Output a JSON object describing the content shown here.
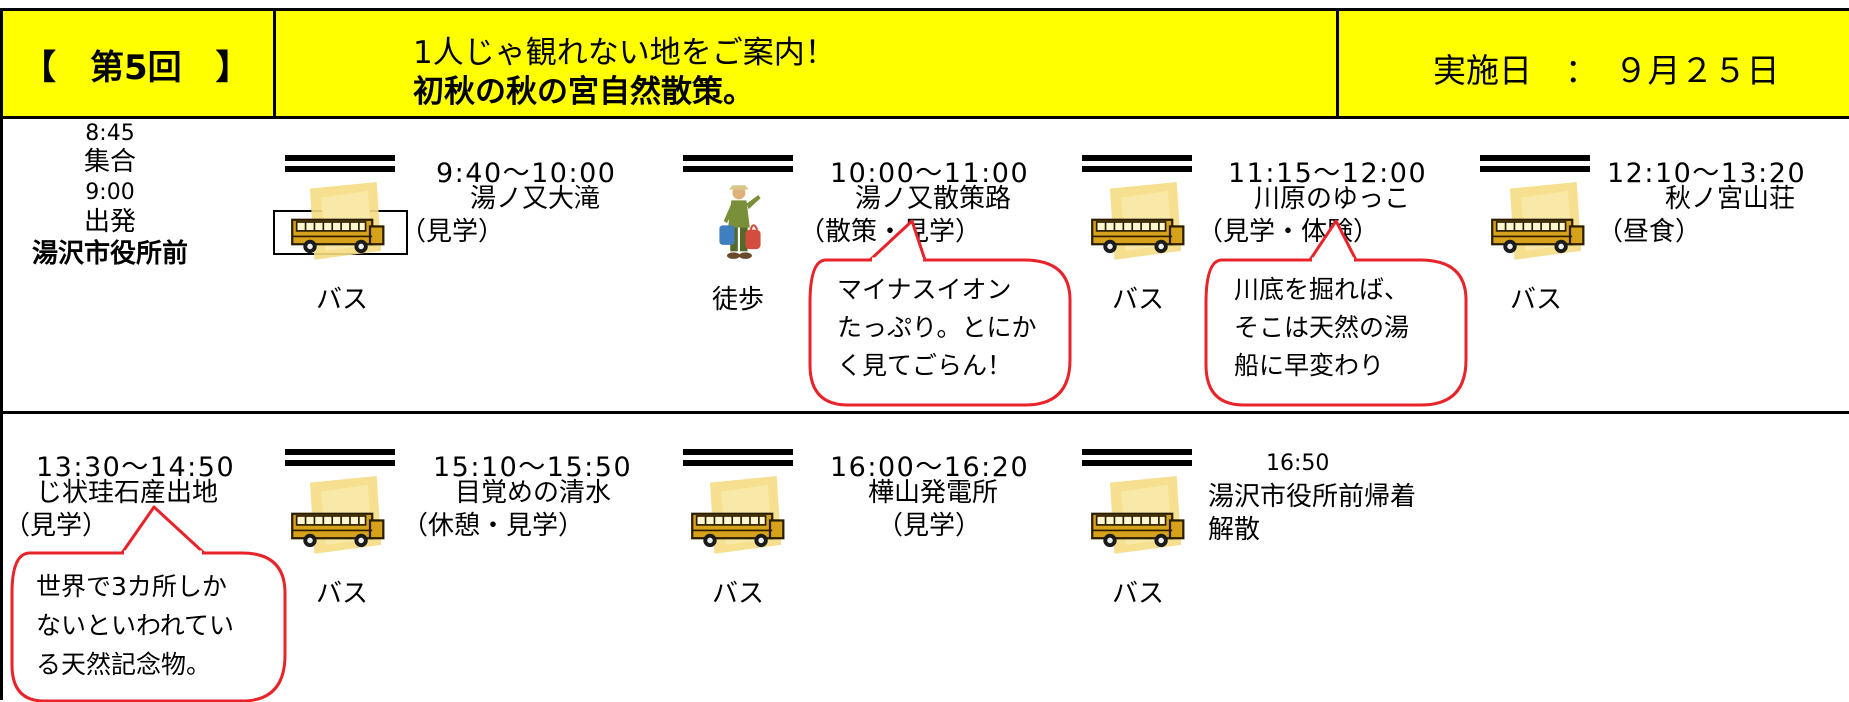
{
  "header": {
    "session_label": "【　第5回　】",
    "subtitle": "1人じゃ観れない地をご案内！",
    "title": "初秋の秋の宮自然散策。",
    "date_label": "実施日　：　９月２５日"
  },
  "row1": {
    "start": {
      "time1": "8:45",
      "label1": "集合",
      "time2": "9:00",
      "label2": "出発",
      "place": "湯沢市役所前"
    },
    "stop1": {
      "time": "9:40～10:00",
      "name": "湯ノ又大滝",
      "note": "（見学）"
    },
    "stop2": {
      "time": "10:00～11:00",
      "name": "湯ノ又散策路",
      "note": "（散策・見学）"
    },
    "stop3": {
      "time": "11:15～12:00",
      "name": "川原のゆっこ",
      "note": "（見学・体験）"
    },
    "stop4": {
      "time": "12:10～13:20",
      "name": "秋ノ宮山荘",
      "note": "（昼食）"
    },
    "transport1": "バス",
    "transport2": "徒歩",
    "transport3": "バス",
    "transport4": "バス",
    "callout1": [
      "マイナスイオン",
      "たっぷり。とにか",
      "く見てごらん！"
    ],
    "callout2": [
      "川底を掘れば、",
      "そこは天然の湯",
      "船に早変わり"
    ]
  },
  "row2": {
    "stop1": {
      "time": "13:30～14:50",
      "name": "じ状珪石産出地",
      "note": "（見学）"
    },
    "stop2": {
      "time": "15:10～15:50",
      "name": "目覚めの清水",
      "note": "（休憩・見学）"
    },
    "stop3": {
      "time": "16:00～16:20",
      "name": "樺山発電所",
      "note": "（見学）"
    },
    "end": {
      "time": "16:50",
      "place": "湯沢市役所前帰着",
      "label": "解散"
    },
    "transport1": "バス",
    "transport2": "バス",
    "transport3": "バス",
    "callout": [
      "世界で3カ所しか",
      "ないといわれてい",
      "る天然記念物。"
    ]
  },
  "icons": {
    "bus": "school-bus-icon",
    "walk": "hiker-icon"
  },
  "colors": {
    "header_bg": "#ffff00",
    "callout_border": "#e8232a"
  }
}
